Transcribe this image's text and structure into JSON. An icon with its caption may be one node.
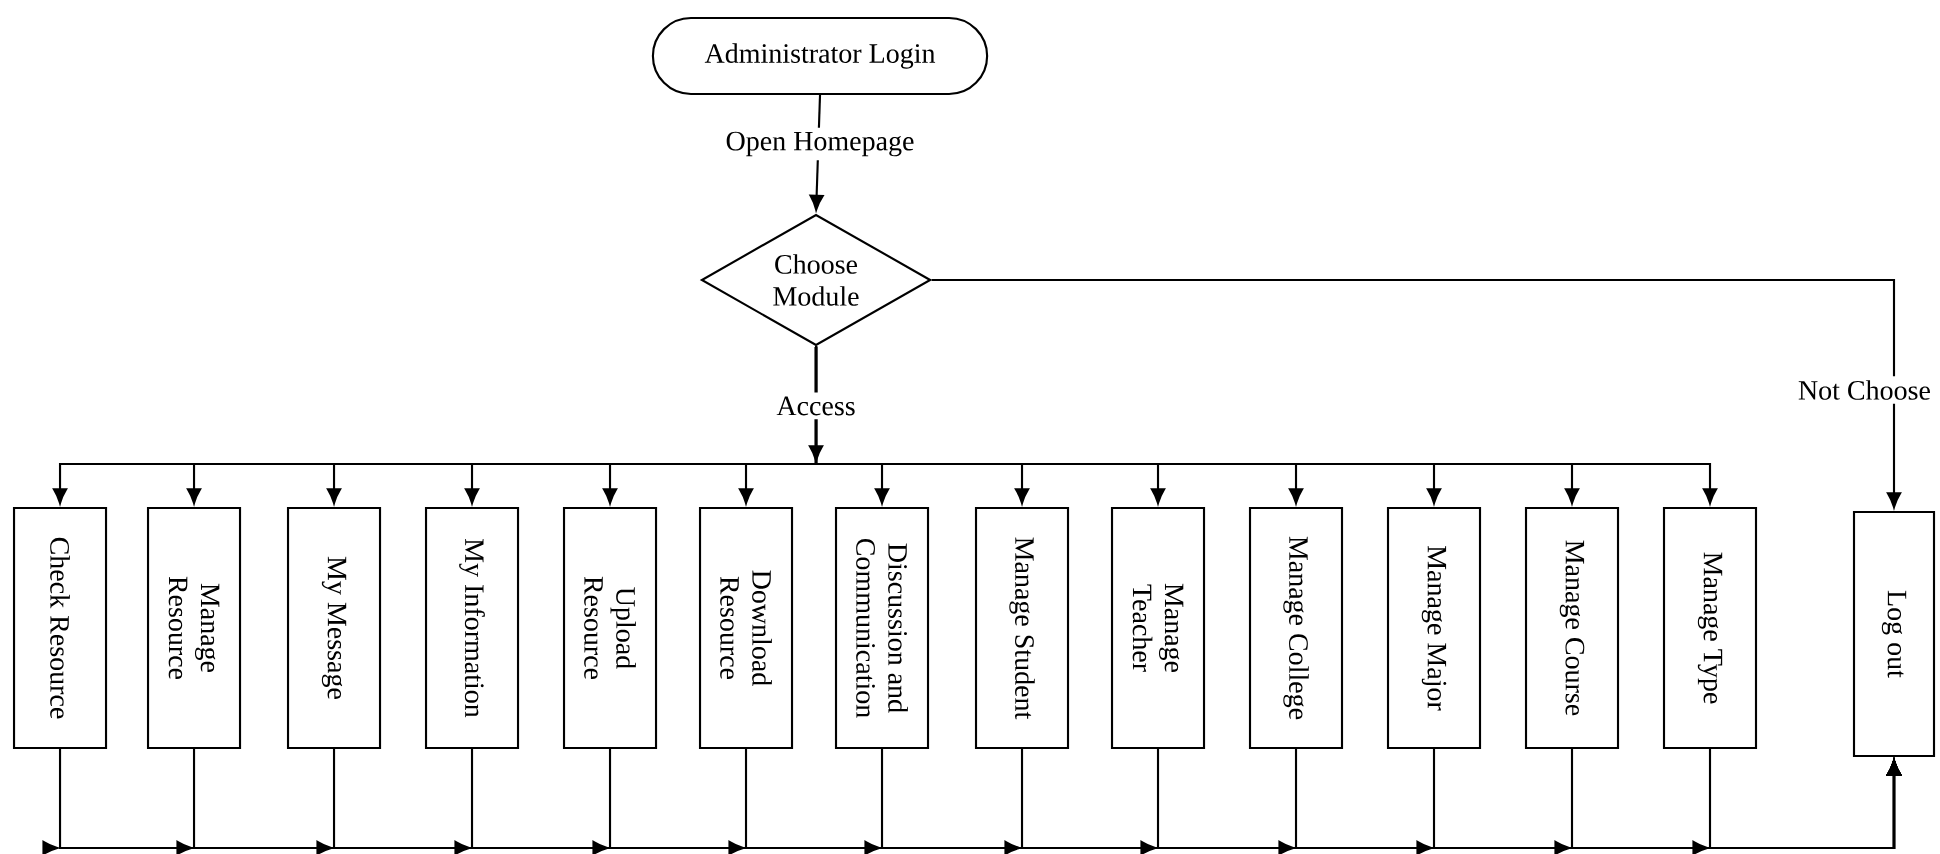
{
  "diagram": {
    "nodes": [
      {
        "text": [
          "Administrator Login"
        ]
      },
      {
        "text": [
          "Choose Module"
        ]
      },
      {
        "text": [
          "Check Resource"
        ]
      },
      {
        "text": [
          "Manage Resource"
        ]
      },
      {
        "text": [
          "My Message"
        ]
      },
      {
        "text": [
          "My Information"
        ]
      },
      {
        "text": [
          "Upload Resource"
        ]
      },
      {
        "text": [
          "Download Resource"
        ]
      },
      {
        "text": [
          "Discussion and Communication"
        ]
      },
      {
        "text": [
          "Manage Student"
        ]
      },
      {
        "text": [
          "Manage Teacher"
        ]
      },
      {
        "text": [
          "Manage College"
        ]
      },
      {
        "text": [
          "Manage Major"
        ]
      },
      {
        "text": [
          "Manage Course"
        ]
      },
      {
        "text": [
          "Manage Type"
        ]
      },
      {
        "text": [
          "Log out"
        ]
      }
    ],
    "edges": [
      {
        "from": 0,
        "to": 1,
        "arrow": "to",
        "label": "Open Homepage"
      },
      {
        "from": 1,
        "to": 2,
        "arrow": "to",
        "label": "Access"
      },
      {
        "from": 1,
        "to": 3,
        "arrow": "to"
      },
      {
        "from": 1,
        "to": 4,
        "arrow": "to"
      },
      {
        "from": 1,
        "to": 5,
        "arrow": "to"
      },
      {
        "from": 1,
        "to": 6,
        "arrow": "to"
      },
      {
        "from": 1,
        "to": 7,
        "arrow": "to"
      },
      {
        "from": 1,
        "to": 8,
        "arrow": "to"
      },
      {
        "from": 1,
        "to": 9,
        "arrow": "to"
      },
      {
        "from": 1,
        "to": 10,
        "arrow": "to"
      },
      {
        "from": 1,
        "to": 11,
        "arrow": "to"
      },
      {
        "from": 1,
        "to": 12,
        "arrow": "to"
      },
      {
        "from": 1,
        "to": 13,
        "arrow": "to"
      },
      {
        "from": 1,
        "to": 14,
        "arrow": "to"
      },
      {
        "from": 1,
        "to": 15,
        "arrow": "to",
        "label": "Not Choose"
      },
      {
        "from": 2,
        "to": 15,
        "arrow": "to"
      },
      {
        "from": 3,
        "to": 15,
        "arrow": "to"
      },
      {
        "from": 4,
        "to": 15,
        "arrow": "to"
      },
      {
        "from": 5,
        "to": 15,
        "arrow": "to"
      },
      {
        "from": 6,
        "to": 15,
        "arrow": "to"
      },
      {
        "from": 7,
        "to": 15,
        "arrow": "to"
      },
      {
        "from": 8,
        "to": 15,
        "arrow": "to"
      },
      {
        "from": 9,
        "to": 15,
        "arrow": "to"
      },
      {
        "from": 10,
        "to": 15,
        "arrow": "to"
      },
      {
        "from": 11,
        "to": 15,
        "arrow": "to"
      },
      {
        "from": 12,
        "to": 15,
        "arrow": "to"
      },
      {
        "from": 13,
        "to": 15,
        "arrow": "to"
      },
      {
        "from": 14,
        "to": 15,
        "arrow": "to"
      }
    ]
  }
}
